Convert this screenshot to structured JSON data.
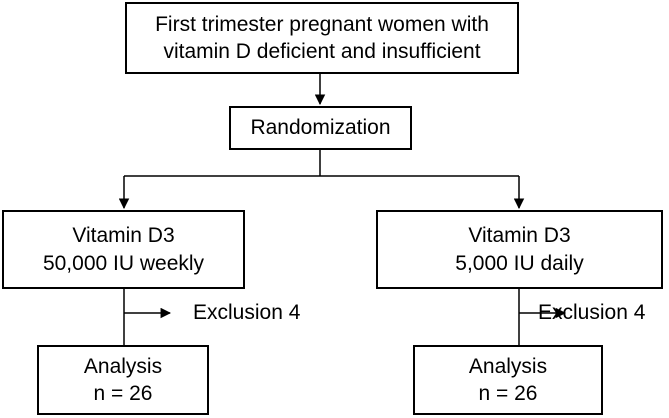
{
  "flowchart": {
    "top": {
      "line1": "First trimester pregnant women with",
      "line2": "vitamin D deficient and insufficient"
    },
    "randomization": "Randomization",
    "left_arm": {
      "title": "Vitamin D3",
      "dose": "50,000 IU weekly",
      "exclusion": "Exclusion 4",
      "analysis_title": "Analysis",
      "analysis_n": "n = 26"
    },
    "right_arm": {
      "title": "Vitamin D3",
      "dose": "5,000 IU daily",
      "exclusion": "Exclusion 4",
      "analysis_title": "Analysis",
      "analysis_n": "n = 26"
    }
  }
}
